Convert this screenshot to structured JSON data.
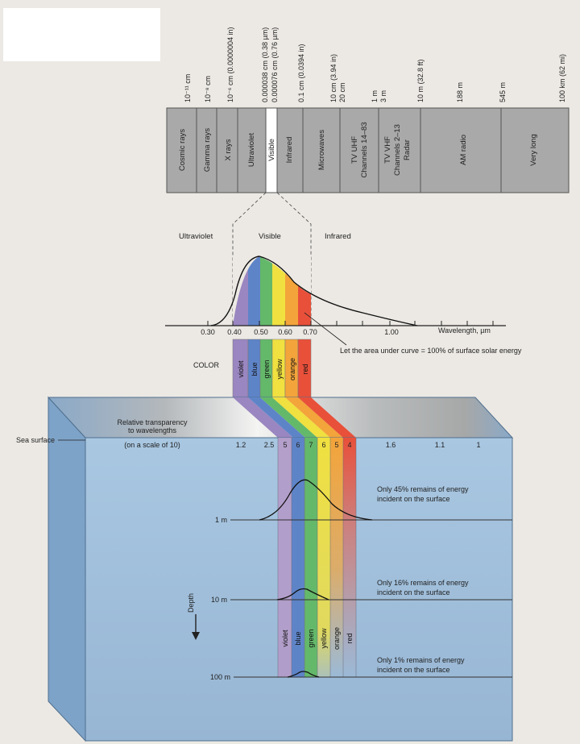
{
  "spectrum": {
    "scale_labels": [
      "10⁻¹¹ cm",
      "10⁻⁸ cm",
      "10⁻⁶ cm (0.0000004 in)",
      "0.000038 cm (0.38 µm)",
      "0.000076 cm (0.76 µm)",
      "0.1 cm (0.0394 in)",
      "10 cm (3.94 in)",
      "20 cm",
      "1 m",
      "3 m",
      "10 m (32.8 ft)",
      "188 m",
      "545 m",
      "100 km (62 mi)"
    ],
    "bands": [
      "Cosmic rays",
      "Gamma rays",
      "X rays",
      "Ultraviolet",
      "Visible",
      "Infrared",
      "Microwaves",
      "TV UHF",
      "Channels 14–83",
      "TV VHF",
      "Channels 2–13",
      "Radar",
      "AM radio",
      "Very long"
    ]
  },
  "curve": {
    "regions": [
      "Ultraviolet",
      "Visible",
      "Infrared"
    ],
    "ticks": [
      "0.30",
      "0.40",
      "0.50",
      "0.60",
      "0.70",
      "1.00"
    ],
    "axis_label": "Wavelength, µm",
    "note": "Let the area under curve = 100% of surface solar energy"
  },
  "color_label": "COLOR",
  "colors": [
    {
      "name": "violet",
      "hex": "#9a86c0"
    },
    {
      "name": "blue",
      "hex": "#5e84c8"
    },
    {
      "name": "green",
      "hex": "#64b86a"
    },
    {
      "name": "yellow",
      "hex": "#f0e040"
    },
    {
      "name": "orange",
      "hex": "#f3a43a"
    },
    {
      "name": "red",
      "hex": "#e8503a"
    }
  ],
  "ocean": {
    "sea_surface": "Sea surface",
    "transparency_label": [
      "Relative transparency",
      "to wavelengths",
      "(on a scale of 10)"
    ],
    "transparency_values": [
      "1.2",
      "2.5",
      "5",
      "6",
      "7",
      "6",
      "5",
      "4",
      "1.6",
      "1.1",
      "1"
    ],
    "depth_label": "Depth",
    "depths": [
      "1 m",
      "10 m",
      "100 m"
    ],
    "notes": [
      [
        "Only 45% remains of energy",
        "incident on the surface"
      ],
      [
        "Only 16% remains of energy",
        "incident on the surface"
      ],
      [
        "Only 1% remains of energy",
        "incident on the surface"
      ]
    ]
  }
}
